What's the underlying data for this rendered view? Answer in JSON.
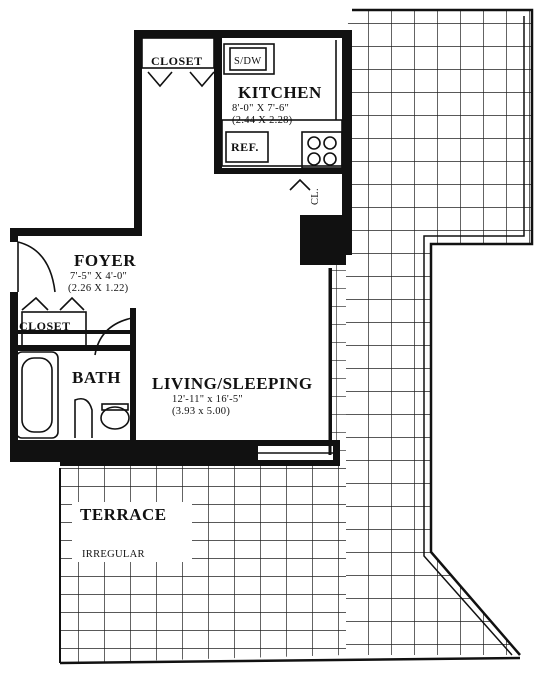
{
  "rooms": {
    "kitchen": {
      "name": "KITCHEN",
      "dim_ft": "8'-0\" X 7'-6\"",
      "dim_m": "(2.44 X 2.28)"
    },
    "foyer": {
      "name": "FOYER",
      "dim_ft": "7'-5\" X 4'-0\"",
      "dim_m": "(2.26 X 1.22)"
    },
    "living": {
      "name": "LIVING/SLEEPING",
      "dim_ft": "12'-11\" x 16'-5\"",
      "dim_m": "(3.93 x 5.00)"
    },
    "bath": {
      "name": "BATH"
    },
    "terrace": {
      "name": "TERRACE",
      "line1": "",
      "line2": "",
      "line3": "IRREGULAR"
    }
  },
  "fixtures": {
    "closet_top": "CLOSET",
    "closet_foyer": "CLOSET",
    "sdw": "S/DW",
    "ref": "REF.",
    "cl": "CL."
  }
}
